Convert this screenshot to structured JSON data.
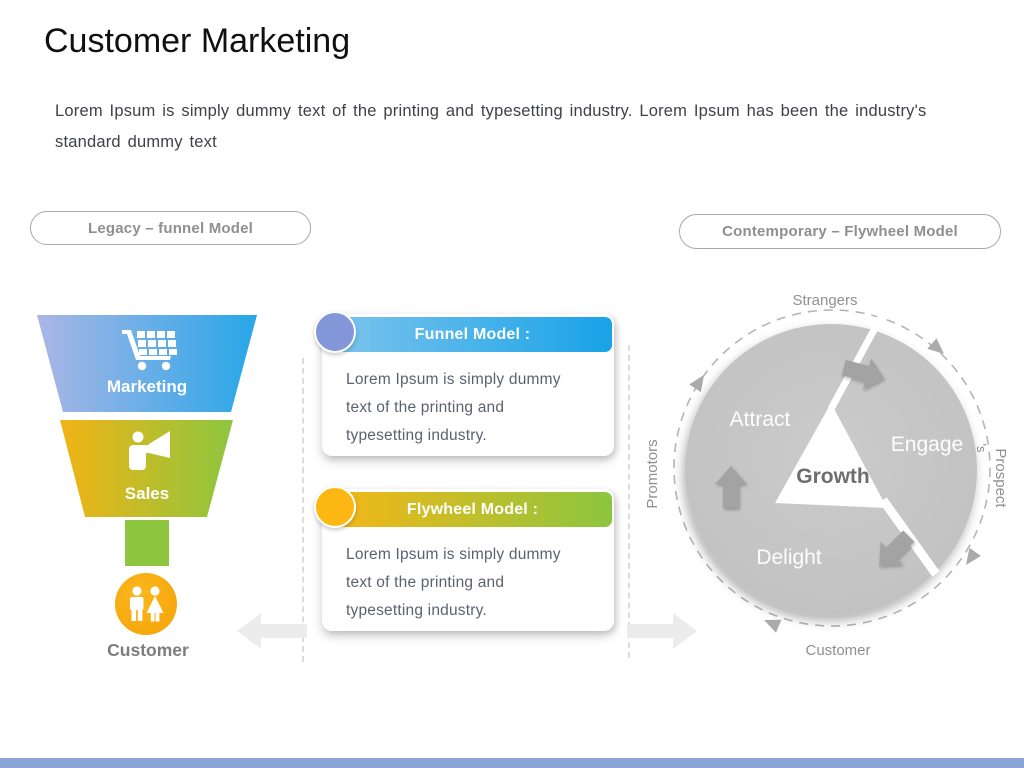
{
  "slide": {
    "title": "Customer Marketing",
    "intro_lines": [
      "Lorem Ipsum is simply dummy text of the printing and typesetting industry. Lorem Ipsum has been the industry's",
      "standard dummy text"
    ],
    "footer_color": "#8ba4d8"
  },
  "left_panel": {
    "heading": "Legacy – funnel Model",
    "funnel": {
      "stages": [
        {
          "label": "Marketing",
          "icon": "shopping-cart-icon",
          "color_left": "#abb6e6",
          "color_right": "#27a7e8"
        },
        {
          "label": "Sales",
          "icon": "megaphone-person-icon",
          "color_left": "#f2b315",
          "color_right": "#8dc63f"
        }
      ],
      "stem_color": "#8dc63f",
      "outlet": {
        "label": "Customer",
        "icon": "couple-icon",
        "circle_color": "#f8a90e"
      }
    }
  },
  "center_panel": {
    "cards": [
      {
        "title": "Funnel Model :",
        "accent_circle_color": "#8296d8",
        "header_gradient": [
          "#7cc3ec",
          "#18a3e8"
        ],
        "body_lines": [
          "Lorem Ipsum is simply dummy",
          "text of the printing and",
          "typesetting industry."
        ]
      },
      {
        "title": "Flywheel Model :",
        "accent_circle_color": "#fdb713",
        "header_gradient": [
          "#f4b717",
          "#8cc63f"
        ],
        "body_lines": [
          "Lorem Ipsum is simply dummy",
          "text of the printing and",
          "typesetting industry."
        ]
      }
    ]
  },
  "right_panel": {
    "heading": "Contemporary – Flywheel Model",
    "flywheel": {
      "center_label": "Growth",
      "segments": [
        "Attract",
        "Engage",
        "Delight"
      ],
      "outer_labels": {
        "top": "Strangers",
        "right": "Prospect",
        "right_suffix": "'s",
        "bottom": "Customer",
        "left": "Promotors"
      },
      "wheel_color": "#c5c5c5",
      "arrow_color": "#a3a3a3"
    }
  }
}
